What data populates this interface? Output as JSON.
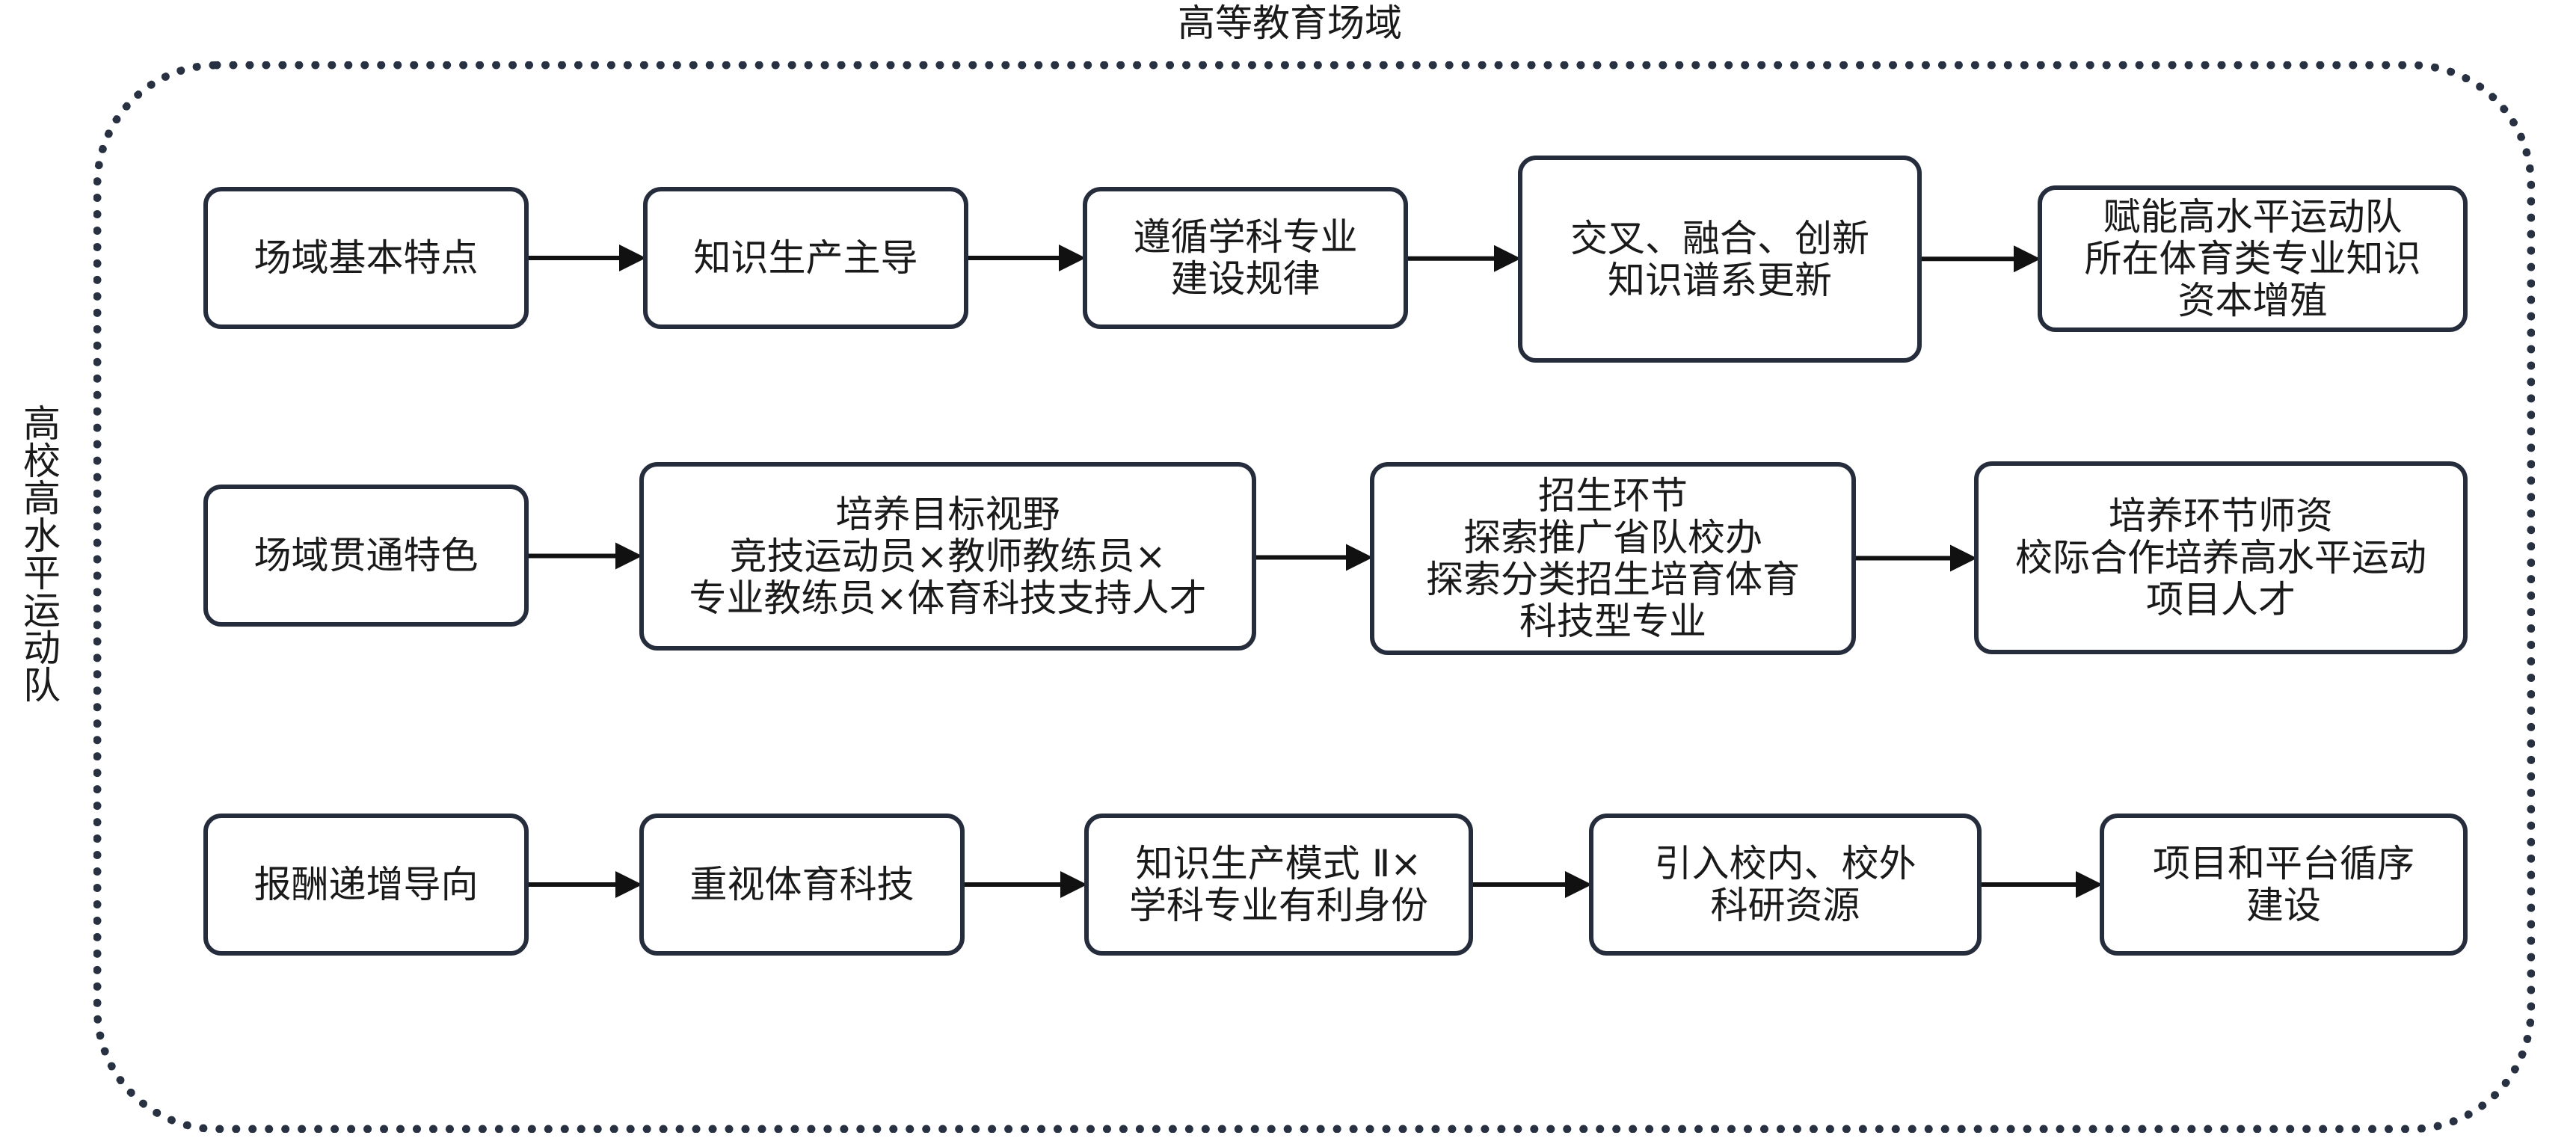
{
  "diagram": {
    "title": "高等教育场域",
    "side_label": "高校高水平运动队",
    "rows": [
      {
        "nodes": [
          {
            "id": "r1n1",
            "text": "场域基本特点"
          },
          {
            "id": "r1n2",
            "text": "知识生产主导"
          },
          {
            "id": "r1n3",
            "text": "遵循学科专业\n建设规律"
          },
          {
            "id": "r1n4",
            "text": "交叉、融合、创新\n知识谱系更新"
          },
          {
            "id": "r1n5",
            "text": "赋能高水平运动队\n所在体育类专业知识\n资本增殖"
          }
        ]
      },
      {
        "nodes": [
          {
            "id": "r2n1",
            "text": "场域贯通特色"
          },
          {
            "id": "r2n2",
            "text": "培养目标视野\n竞技运动员×教师教练员×\n专业教练员×体育科技支持人才"
          },
          {
            "id": "r2n3",
            "text": "招生环节\n探索推广省队校办\n探索分类招生培育体育\n科技型专业"
          },
          {
            "id": "r2n4",
            "text": "培养环节师资\n校际合作培养高水平运动\n项目人才"
          }
        ]
      },
      {
        "nodes": [
          {
            "id": "r3n1",
            "text": "报酬递增导向"
          },
          {
            "id": "r3n2",
            "text": "重视体育科技"
          },
          {
            "id": "r3n3",
            "text": "知识生产模式 Ⅱ×\n学科专业有利身份"
          },
          {
            "id": "r3n4",
            "text": "引入校内、校外\n科研资源"
          },
          {
            "id": "r3n5",
            "text": "项目和平台循序\n建设"
          }
        ]
      }
    ],
    "edges": [
      [
        "r1n1",
        "r1n2"
      ],
      [
        "r1n2",
        "r1n3"
      ],
      [
        "r1n3",
        "r1n4"
      ],
      [
        "r1n4",
        "r1n5"
      ],
      [
        "r2n1",
        "r2n2"
      ],
      [
        "r2n2",
        "r2n3"
      ],
      [
        "r2n3",
        "r2n4"
      ],
      [
        "r3n1",
        "r3n2"
      ],
      [
        "r3n2",
        "r3n3"
      ],
      [
        "r3n3",
        "r3n4"
      ],
      [
        "r3n4",
        "r3n5"
      ]
    ],
    "colors": {
      "stroke": "#252c3b",
      "frame": "#283142",
      "text": "#1a1a1a"
    }
  }
}
